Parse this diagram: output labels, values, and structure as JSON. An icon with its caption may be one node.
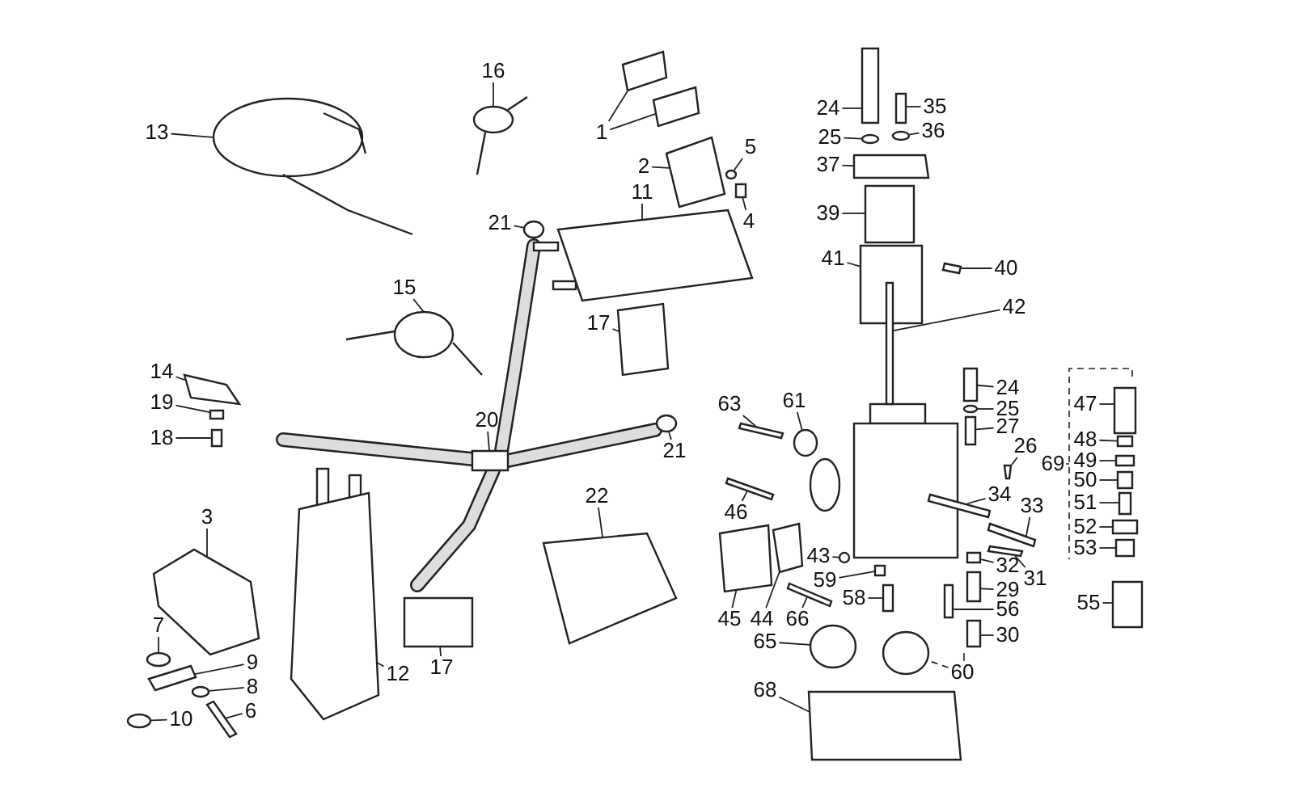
{
  "diagram": {
    "nodes": [
      {
        "text": [
          "16"
        ]
      },
      {
        "text": [
          "24"
        ]
      },
      {
        "text": [
          "35"
        ]
      },
      {
        "text": [
          "13"
        ]
      },
      {
        "text": [
          "1"
        ]
      },
      {
        "text": [
          "36"
        ]
      },
      {
        "text": [
          "25"
        ]
      },
      {
        "text": [
          "5"
        ]
      },
      {
        "text": [
          "2"
        ]
      },
      {
        "text": [
          "37"
        ]
      },
      {
        "text": [
          "11"
        ]
      },
      {
        "text": [
          "39"
        ]
      },
      {
        "text": [
          "4"
        ]
      },
      {
        "text": [
          "21"
        ]
      },
      {
        "text": [
          "41"
        ]
      },
      {
        "text": [
          "40"
        ]
      },
      {
        "text": [
          "15"
        ]
      },
      {
        "text": [
          "42"
        ]
      },
      {
        "text": [
          "17"
        ]
      },
      {
        "text": [
          "14"
        ]
      },
      {
        "text": [
          "24"
        ]
      },
      {
        "text": [
          "61"
        ]
      },
      {
        "text": [
          "63"
        ]
      },
      {
        "text": [
          "19"
        ]
      },
      {
        "text": [
          "47"
        ]
      },
      {
        "text": [
          "25"
        ]
      },
      {
        "text": [
          "20"
        ]
      },
      {
        "text": [
          "27"
        ]
      },
      {
        "text": [
          "18"
        ]
      },
      {
        "text": [
          "48"
        ]
      },
      {
        "text": [
          "26"
        ]
      },
      {
        "text": [
          "21"
        ]
      },
      {
        "text": [
          "49"
        ]
      },
      {
        "text": [
          "69"
        ]
      },
      {
        "text": [
          "50"
        ]
      },
      {
        "text": [
          "34"
        ]
      },
      {
        "text": [
          "22"
        ]
      },
      {
        "text": [
          "51"
        ]
      },
      {
        "text": [
          "46"
        ]
      },
      {
        "text": [
          "33"
        ]
      },
      {
        "text": [
          "3"
        ]
      },
      {
        "text": [
          "52"
        ]
      },
      {
        "text": [
          "53"
        ]
      },
      {
        "text": [
          "43"
        ]
      },
      {
        "text": [
          "32"
        ]
      },
      {
        "text": [
          "59"
        ]
      },
      {
        "text": [
          "31"
        ]
      },
      {
        "text": [
          "29"
        ]
      },
      {
        "text": [
          "58"
        ]
      },
      {
        "text": [
          "55"
        ]
      },
      {
        "text": [
          "56"
        ]
      },
      {
        "text": [
          "45"
        ]
      },
      {
        "text": [
          "44"
        ]
      },
      {
        "text": [
          "66"
        ]
      },
      {
        "text": [
          "7"
        ]
      },
      {
        "text": [
          "30"
        ]
      },
      {
        "text": [
          "65"
        ]
      },
      {
        "text": [
          "9"
        ]
      },
      {
        "text": [
          "17"
        ]
      },
      {
        "text": [
          "60"
        ]
      },
      {
        "text": [
          "12"
        ]
      },
      {
        "text": [
          "8"
        ]
      },
      {
        "text": [
          "68"
        ]
      },
      {
        "text": [
          "6"
        ]
      },
      {
        "text": [
          "10"
        ]
      },
      {
        "text": [],
        "shape": "picture"
      },
      {
        "text": [],
        "shape": "box"
      },
      {
        "text": [],
        "shape": "box"
      },
      {
        "text": [],
        "shape": "picture"
      },
      {
        "text": [],
        "shape": "box"
      },
      {
        "text": [],
        "shape": "box"
      },
      {
        "text": [],
        "shape": "circle"
      },
      {
        "text": [],
        "shape": "circle"
      },
      {
        "text": [],
        "shape": "circle"
      },
      {
        "text": [],
        "shape": "box"
      },
      {
        "text": [],
        "shape": "box"
      },
      {
        "text": [],
        "shape": "box"
      },
      {
        "text": [],
        "shape": "box"
      },
      {
        "text": [],
        "shape": "bar"
      },
      {
        "text": [],
        "shape": "circle"
      },
      {
        "text": [],
        "shape": "box"
      },
      {
        "text": [],
        "shape": "bar"
      },
      {
        "text": [],
        "shape": "picture"
      },
      {
        "text": [],
        "shape": "bar"
      },
      {
        "text": [],
        "shape": "box"
      },
      {
        "text": [],
        "shape": "box"
      },
      {
        "text": [],
        "shape": "box"
      },
      {
        "text": [],
        "shape": "circle"
      },
      {
        "text": [],
        "shape": "bar"
      },
      {
        "text": [],
        "shape": "box"
      },
      {
        "text": [],
        "shape": "box"
      },
      {
        "text": [],
        "shape": "circle"
      },
      {
        "text": [],
        "shape": "box"
      },
      {
        "text": [],
        "shape": "box"
      },
      {
        "text": [],
        "shape": "bar"
      },
      {
        "text": [],
        "shape": "box"
      },
      {
        "text": [],
        "shape": "bar"
      },
      {
        "text": [],
        "shape": "circle"
      },
      {
        "text": [],
        "shape": "box"
      },
      {
        "text": [],
        "shape": "box"
      },
      {
        "text": [],
        "shape": "bar"
      },
      {
        "text": [],
        "shape": "box"
      },
      {
        "text": [],
        "shape": "box"
      },
      {
        "text": [],
        "shape": "bar"
      },
      {
        "text": [],
        "shape": "bar"
      },
      {
        "text": [],
        "shape": "box"
      },
      {
        "text": [],
        "shape": "box"
      },
      {
        "text": [],
        "shape": "box"
      },
      {
        "text": [],
        "shape": "circle"
      },
      {
        "text": [],
        "shape": "box"
      },
      {
        "text": [],
        "shape": "box"
      },
      {
        "text": [],
        "shape": "bar"
      },
      {
        "text": [],
        "shape": "box"
      },
      {
        "text": [],
        "shape": "box"
      },
      {
        "text": [],
        "shape": "box"
      },
      {
        "text": [],
        "shape": "bar"
      },
      {
        "text": [],
        "shape": "box"
      },
      {
        "text": [],
        "shape": "box"
      },
      {
        "text": [],
        "shape": "bar"
      },
      {
        "text": [],
        "shape": "circle"
      },
      {
        "text": [],
        "shape": "box"
      },
      {
        "text": [],
        "shape": "circle"
      },
      {
        "text": [],
        "shape": "box"
      },
      {
        "text": [],
        "shape": "box"
      },
      {
        "text": [],
        "shape": "circle"
      },
      {
        "text": [],
        "shape": "box"
      },
      {
        "text": [],
        "shape": "circle"
      },
      {
        "text": [],
        "shape": "box"
      },
      {
        "text": [],
        "shape": "bar"
      },
      {
        "text": [],
        "shape": "circle"
      }
    ],
    "edges": [
      {
        "from": 0,
        "to": 65,
        "arrow": "none"
      },
      {
        "from": 1,
        "to": 66,
        "arrow": "none"
      },
      {
        "from": 2,
        "to": 67,
        "arrow": "none"
      },
      {
        "from": 3,
        "to": 68,
        "arrow": "none"
      },
      {
        "from": 4,
        "to": 69,
        "arrow": "none"
      },
      {
        "from": 4,
        "to": 70,
        "arrow": "none"
      },
      {
        "from": 5,
        "to": 71,
        "arrow": "none"
      },
      {
        "from": 6,
        "to": 72,
        "arrow": "none"
      },
      {
        "from": 7,
        "to": 73,
        "arrow": "none"
      },
      {
        "from": 8,
        "to": 74,
        "arrow": "none"
      },
      {
        "from": 9,
        "to": 75,
        "arrow": "none"
      },
      {
        "from": 10,
        "to": 76,
        "arrow": "none"
      },
      {
        "from": 11,
        "to": 77,
        "arrow": "none"
      },
      {
        "from": 12,
        "to": 78,
        "arrow": "none"
      },
      {
        "from": 13,
        "to": 79,
        "arrow": "none"
      },
      {
        "from": 14,
        "to": 80,
        "arrow": "none"
      },
      {
        "from": 15,
        "to": 81,
        "arrow": "none"
      },
      {
        "from": 16,
        "to": 82,
        "arrow": "none"
      },
      {
        "from": 17,
        "to": 83,
        "arrow": "none"
      },
      {
        "from": 18,
        "to": 84,
        "arrow": "none"
      },
      {
        "from": 19,
        "to": 85,
        "arrow": "none"
      },
      {
        "from": 20,
        "to": 86,
        "arrow": "none"
      },
      {
        "from": 21,
        "to": 87,
        "arrow": "none"
      },
      {
        "from": 22,
        "to": 88,
        "arrow": "none"
      },
      {
        "from": 23,
        "to": 89,
        "arrow": "none"
      },
      {
        "from": 24,
        "to": 90,
        "arrow": "none"
      },
      {
        "from": 25,
        "to": 91,
        "arrow": "none"
      },
      {
        "from": 26,
        "to": 92,
        "arrow": "none"
      },
      {
        "from": 27,
        "to": 93,
        "arrow": "none"
      },
      {
        "from": 28,
        "to": 94,
        "arrow": "none"
      },
      {
        "from": 29,
        "to": 95,
        "arrow": "none"
      },
      {
        "from": 30,
        "to": 96,
        "arrow": "none"
      },
      {
        "from": 31,
        "to": 97,
        "arrow": "none"
      },
      {
        "from": 32,
        "to": 98,
        "arrow": "none"
      },
      {
        "from": 34,
        "to": 99,
        "arrow": "none"
      },
      {
        "from": 35,
        "to": 100,
        "arrow": "none"
      },
      {
        "from": 36,
        "to": 101,
        "arrow": "none"
      },
      {
        "from": 37,
        "to": 102,
        "arrow": "none"
      },
      {
        "from": 38,
        "to": 103,
        "arrow": "none"
      },
      {
        "from": 39,
        "to": 104,
        "arrow": "none"
      },
      {
        "from": 40,
        "to": 105,
        "arrow": "none"
      },
      {
        "from": 41,
        "to": 106,
        "arrow": "none"
      },
      {
        "from": 42,
        "to": 107,
        "arrow": "none"
      },
      {
        "from": 43,
        "to": 108,
        "arrow": "none"
      },
      {
        "from": 44,
        "to": 109,
        "arrow": "none"
      },
      {
        "from": 45,
        "to": 110,
        "arrow": "none"
      },
      {
        "from": 46,
        "to": 111,
        "arrow": "none"
      },
      {
        "from": 47,
        "to": 112,
        "arrow": "none"
      },
      {
        "from": 48,
        "to": 113,
        "arrow": "none"
      },
      {
        "from": 49,
        "to": 114,
        "arrow": "none"
      },
      {
        "from": 50,
        "to": 115,
        "arrow": "none"
      },
      {
        "from": 51,
        "to": 116,
        "arrow": "none"
      },
      {
        "from": 52,
        "to": 117,
        "arrow": "none"
      },
      {
        "from": 53,
        "to": 118,
        "arrow": "none"
      },
      {
        "from": 54,
        "to": 119,
        "arrow": "none"
      },
      {
        "from": 55,
        "to": 120,
        "arrow": "none"
      },
      {
        "from": 56,
        "to": 121,
        "arrow": "none"
      },
      {
        "from": 57,
        "to": 122,
        "arrow": "none"
      },
      {
        "from": 58,
        "to": 123,
        "arrow": "none"
      },
      {
        "from": 59,
        "to": 124,
        "arrow": "none",
        "style": "dashed"
      },
      {
        "from": 60,
        "to": 125,
        "arrow": "none"
      },
      {
        "from": 61,
        "to": 126,
        "arrow": "none"
      },
      {
        "from": 62,
        "to": 127,
        "arrow": "none"
      },
      {
        "from": 63,
        "to": 128,
        "arrow": "none"
      },
      {
        "from": 64,
        "to": 129,
        "arrow": "none"
      }
    ]
  }
}
